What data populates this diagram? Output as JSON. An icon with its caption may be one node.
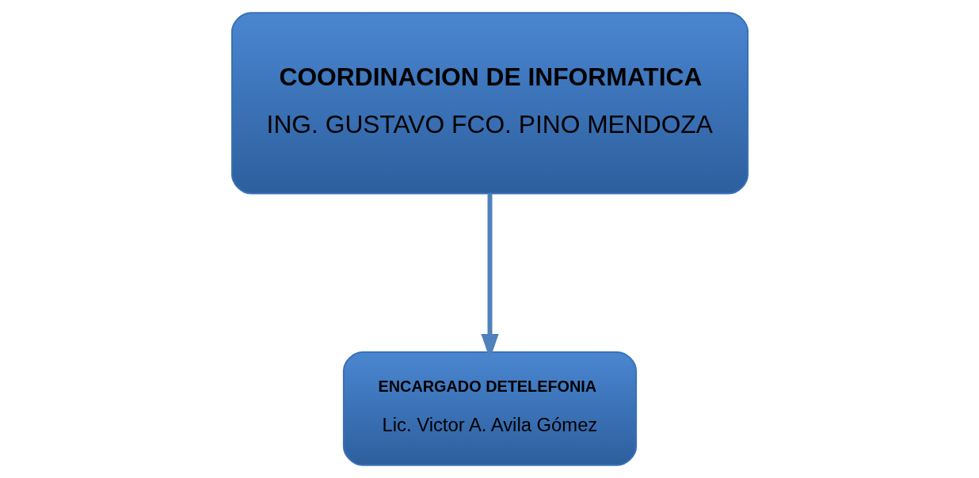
{
  "diagram": {
    "nodes": [
      {
        "text": [
          "COORDINACION DE INFORMATICA",
          "ING. GUSTAVO FCO. PINO MENDOZA"
        ]
      },
      {
        "text": [
          "ENCARGADO DETELEFONIA",
          "Lic. Victor A. Avila Gómez"
        ]
      }
    ],
    "edges": [
      {
        "from": 0,
        "to": 1,
        "arrow": "to"
      }
    ]
  }
}
